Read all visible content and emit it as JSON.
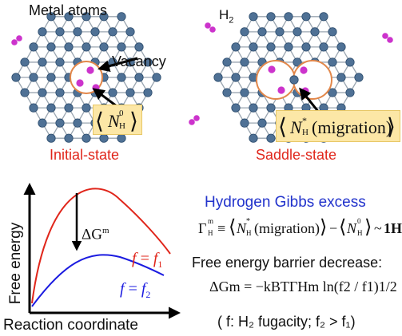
{
  "colors": {
    "atom": "#4f7195",
    "atom_edge": "#2c4c6d",
    "bond": "#9aa5b0",
    "hydrogen": "#cc33cc",
    "vacancy_ring": "#e2874a",
    "label_box": "#fce7a6",
    "red": "#e0261b",
    "blue": "#1b1be0",
    "title_blue": "#2233cc",
    "black": "#000000"
  },
  "top": {
    "metal_atoms_label": "Metal atoms",
    "h2_label": "H",
    "h2_sub": "2",
    "vacancy_label": "Vacancy",
    "initial_box": {
      "prefix": "⟨",
      "N": "N",
      "sub": "H",
      "sup": "0",
      "suffix": "⟩"
    },
    "saddle_box": {
      "prefix": "⟨",
      "N": "N",
      "sub": "H",
      "sup": "*",
      "middle": "(migration)",
      "suffix": "⟩"
    },
    "initial_state_label": "Initial-state",
    "saddle_state_label": "Saddle-state"
  },
  "plot": {
    "y_axis_label": "Free energy",
    "x_axis_label": "Reaction coordinate",
    "delta_g": "ΔG",
    "delta_g_sup": "m",
    "curve1_label": {
      "f": "f",
      "eq": "=",
      "f1": "f",
      "sub": "1"
    },
    "curve2_label": {
      "f": "f",
      "eq": "=",
      "f1": "f",
      "sub": "2"
    }
  },
  "right": {
    "title": "Hydrogen Gibbs excess",
    "gamma_eq": {
      "Gamma": "Γ",
      "sub": "H",
      "sup": "m",
      "equiv": "≡",
      "term1_N": "N",
      "term1_sub": "H",
      "term1_sup": "*",
      "term1_mid": "(migration)",
      "minus": "−",
      "term2_N": "N",
      "term2_sub": "H",
      "term2_sup": "0",
      "approx": "~",
      "result": "1H"
    },
    "barrier_label": "Free energy barrier decrease:",
    "barrier_eq": "ΔGm = −kBTΓHm ln(f2 / f1)1/2",
    "note": "( f: H₂ fugacity; f₂ > f₁)"
  }
}
